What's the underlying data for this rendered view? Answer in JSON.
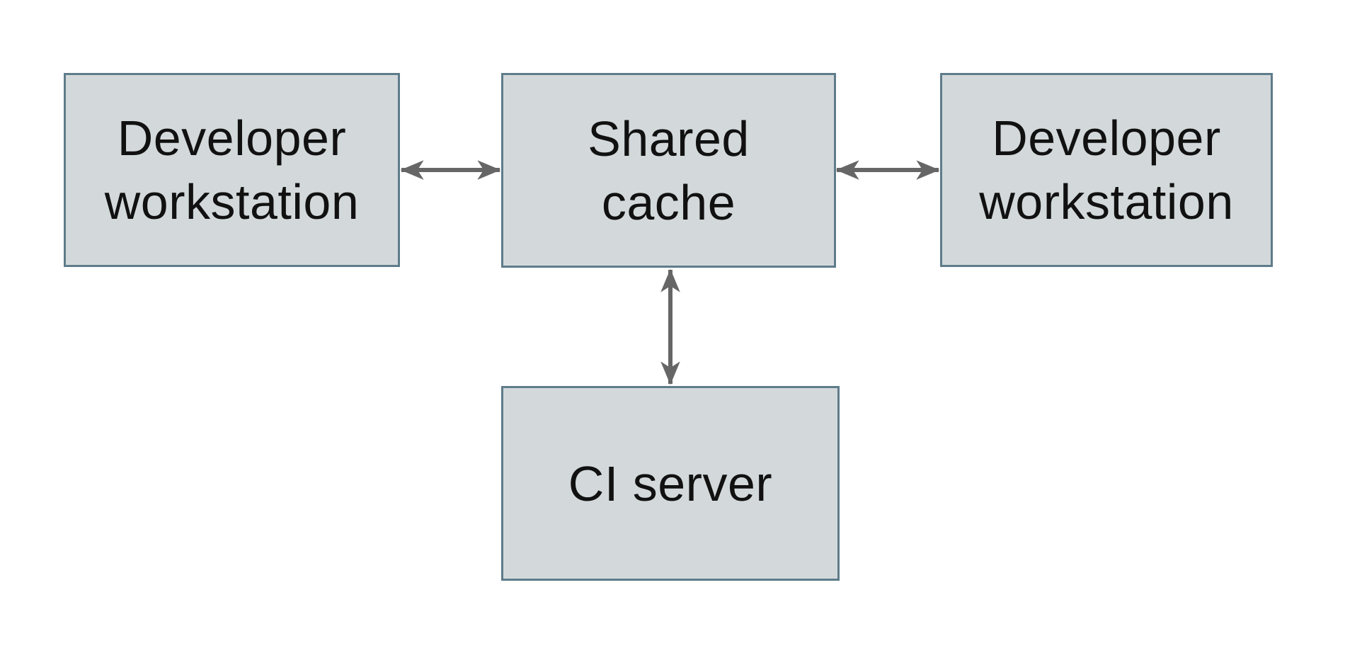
{
  "diagram": {
    "type": "architecture-diagram",
    "nodes": [
      {
        "id": "developer-workstation-left",
        "label": "Developer workstation"
      },
      {
        "id": "shared-cache",
        "label": "Shared cache"
      },
      {
        "id": "developer-workstation-right",
        "label": "Developer workstation"
      },
      {
        "id": "ci-server",
        "label": "CI server"
      }
    ],
    "edges": [
      {
        "from": "developer-workstation-left",
        "to": "shared-cache",
        "style": "double-arrow",
        "orientation": "horizontal"
      },
      {
        "from": "shared-cache",
        "to": "developer-workstation-right",
        "style": "double-arrow",
        "orientation": "horizontal"
      },
      {
        "from": "shared-cache",
        "to": "ci-server",
        "style": "double-arrow",
        "orientation": "vertical"
      }
    ],
    "colors": {
      "background": "#ffffff",
      "node_fill": "#d3d9db",
      "node_border": "#5f7c8a",
      "arrow": "#666666",
      "text": "#111111"
    }
  }
}
